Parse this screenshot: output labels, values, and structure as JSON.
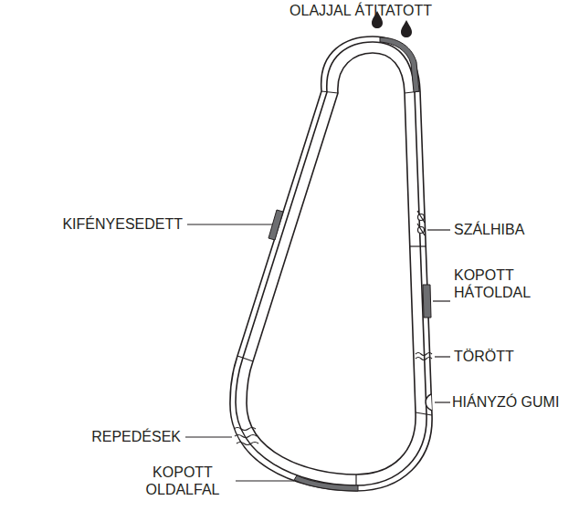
{
  "diagram": {
    "labels": [
      "OLAJJAL ÁTITATOTT",
      "KIFÉNYESEDETT",
      "SZÁLHIBA",
      "KOPOTT HÁTOLDAL",
      "TÖRÖTT",
      "HIÁNYZÓ GUMI",
      "REPEDÉSEK",
      "KOPOTT OLDALFAL"
    ]
  }
}
